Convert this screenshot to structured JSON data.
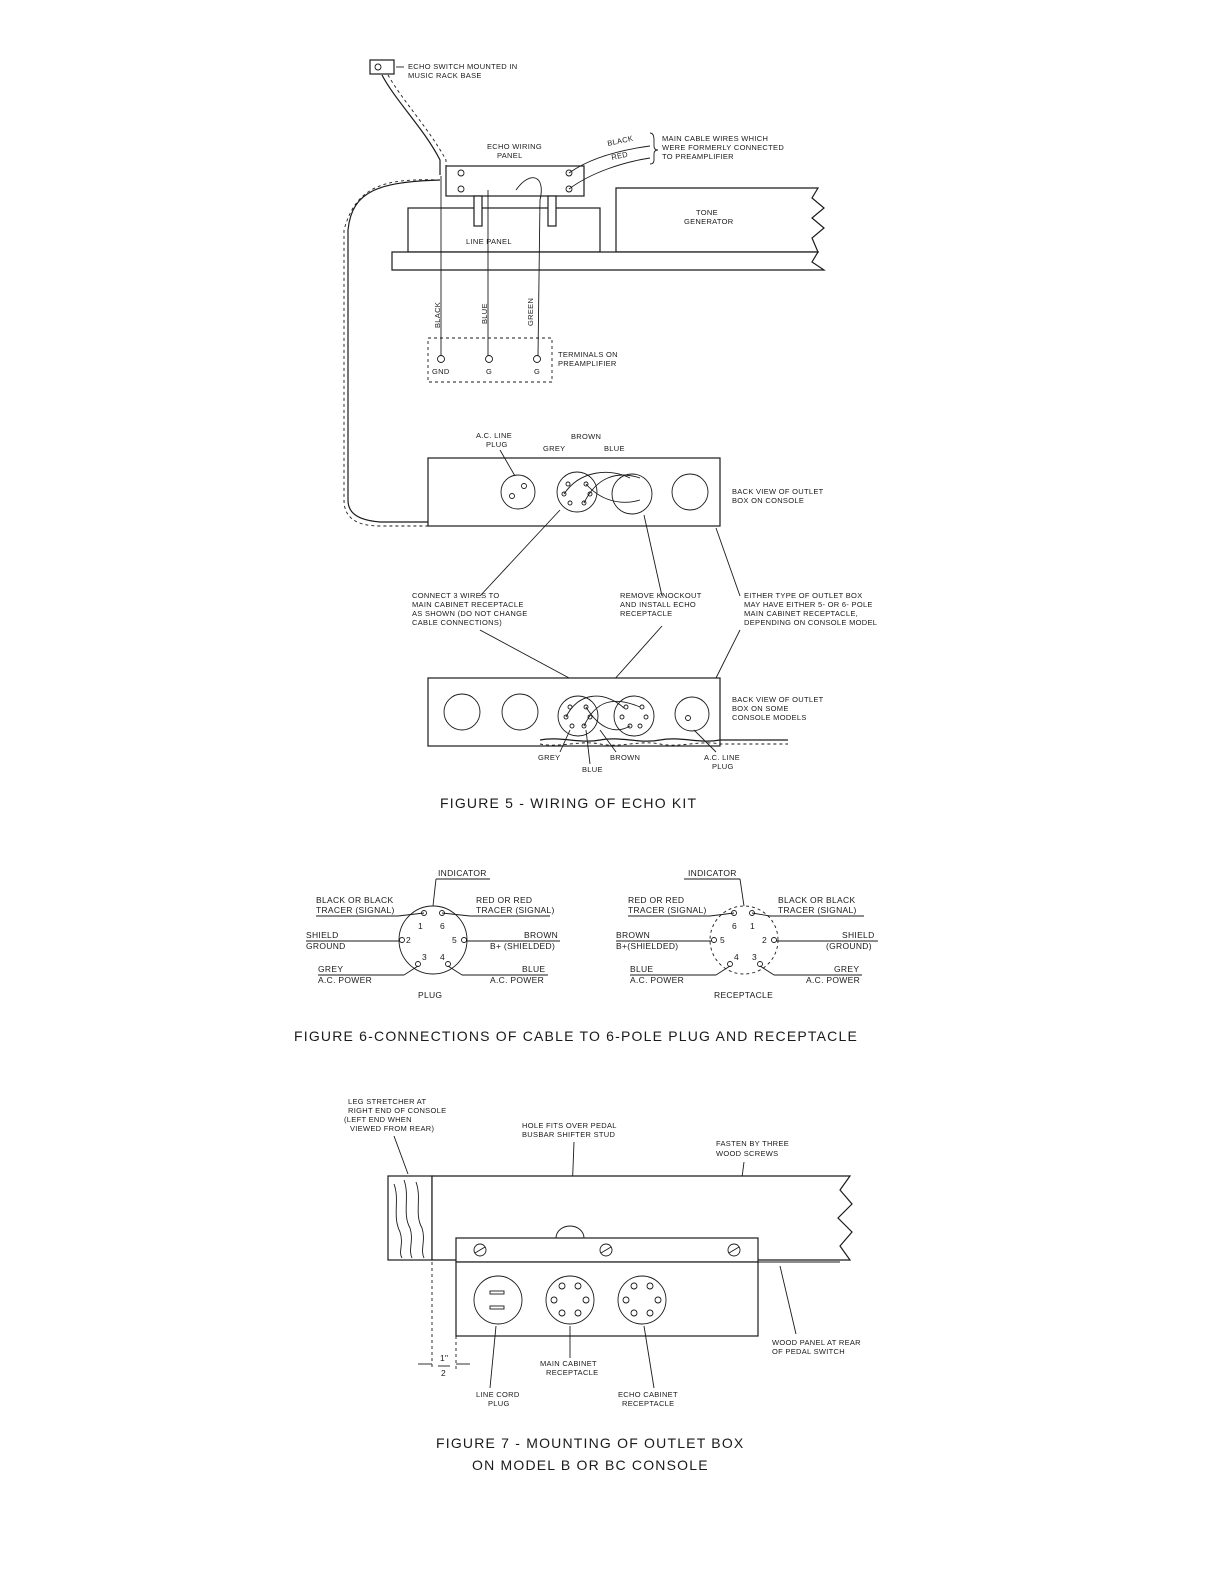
{
  "fig5": {
    "caption": "FIGURE 5 - WIRING OF ECHO KIT",
    "echo_switch": [
      "ECHO SWITCH MOUNTED IN",
      "MUSIC RACK BASE"
    ],
    "echo_wiring_panel": [
      "ECHO WIRING",
      "PANEL"
    ],
    "wire_black": "BLACK",
    "wire_red": "RED",
    "main_cable_note": [
      "MAIN CABLE WIRES WHICH",
      "WERE FORMERLY CONNECTED",
      "TO PREAMPLIFIER"
    ],
    "tone_generator": [
      "TONE",
      "GENERATOR"
    ],
    "line_panel": "LINE PANEL",
    "vertical_wires": [
      "BLACK",
      "BLUE",
      "GREEN"
    ],
    "terminal_labels": [
      "GND",
      "G",
      "G"
    ],
    "terminals_note": [
      "TERMINALS ON",
      "PREAMPLIFIER"
    ],
    "top_box": {
      "ac_line_plug": [
        "A.C. LINE",
        "PLUG"
      ],
      "grey": "GREY",
      "brown": "BROWN",
      "blue": "BLUE",
      "note": [
        "BACK VIEW OF OUTLET",
        "BOX ON CONSOLE"
      ]
    },
    "note_connect": [
      "CONNECT 3 WIRES TO",
      "MAIN CABINET RECEPTACLE",
      "AS SHOWN (DO NOT CHANGE",
      "CABLE CONNECTIONS)"
    ],
    "note_remove": [
      "REMOVE KNOCKOUT",
      "AND INSTALL ECHO",
      "RECEPTACLE"
    ],
    "note_either": [
      "EITHER TYPE OF OUTLET BOX",
      "MAY HAVE EITHER 5- OR 6- POLE",
      "MAIN CABINET RECEPTACLE,",
      "DEPENDING ON CONSOLE MODEL"
    ],
    "bottom_box": {
      "note": [
        "BACK VIEW OF OUTLET",
        "BOX ON SOME",
        "CONSOLE MODELS"
      ],
      "grey": "GREY",
      "blue": "BLUE",
      "brown": "BROWN",
      "ac_line_plug": [
        "A.C. LINE",
        "PLUG"
      ]
    }
  },
  "fig6": {
    "caption": "FIGURE 6-CONNECTIONS OF CABLE TO 6-POLE PLUG AND RECEPTACLE",
    "plug": {
      "indicator": "INDICATOR",
      "title": "PLUG",
      "pin1": [
        "BLACK OR BLACK",
        "TRACER (SIGNAL)"
      ],
      "pin6": [
        "RED OR RED",
        "TRACER (SIGNAL)"
      ],
      "pin2": [
        "SHIELD",
        "GROUND"
      ],
      "pin5": [
        "BROWN",
        "B+ (SHIELDED)"
      ],
      "pin3": [
        "GREY",
        "A.C. POWER"
      ],
      "pin4": [
        "BLUE",
        "A.C. POWER"
      ],
      "numbers": [
        "1",
        "6",
        "2",
        "5",
        "3",
        "4"
      ]
    },
    "receptacle": {
      "indicator": "INDICATOR",
      "title": "RECEPTACLE",
      "pin6": [
        "RED OR RED",
        "TRACER (SIGNAL)"
      ],
      "pin1": [
        "BLACK OR BLACK",
        "TRACER (SIGNAL)"
      ],
      "pin5": [
        "BROWN",
        "B+(SHIELDED)"
      ],
      "pin2": [
        "SHIELD",
        "(GROUND)"
      ],
      "pin4": [
        "BLUE",
        "A.C. POWER"
      ],
      "pin3": [
        "GREY",
        "A.C. POWER"
      ],
      "numbers": [
        "6",
        "1",
        "5",
        "2",
        "4",
        "3"
      ]
    }
  },
  "fig7": {
    "caption": [
      "FIGURE 7 - MOUNTING OF OUTLET BOX",
      "ON MODEL B OR BC CONSOLE"
    ],
    "leg_stretcher": [
      "LEG STRETCHER AT",
      "RIGHT END OF CONSOLE",
      "(LEFT END WHEN",
      "VIEWED FROM REAR)"
    ],
    "hole_fits": [
      "HOLE FITS OVER PEDAL",
      "BUSBAR SHIFTER STUD"
    ],
    "fasten": [
      "FASTEN BY THREE",
      "WOOD SCREWS"
    ],
    "wood_panel": [
      "WOOD PANEL AT REAR",
      "OF PEDAL SWITCH"
    ],
    "main_receptacle": [
      "MAIN CABINET",
      "RECEPTACLE"
    ],
    "line_cord_plug": [
      "LINE CORD",
      "PLUG"
    ],
    "echo_receptacle": [
      "ECHO CABINET",
      "RECEPTACLE"
    ],
    "dimension": [
      "1\"",
      "2"
    ]
  }
}
